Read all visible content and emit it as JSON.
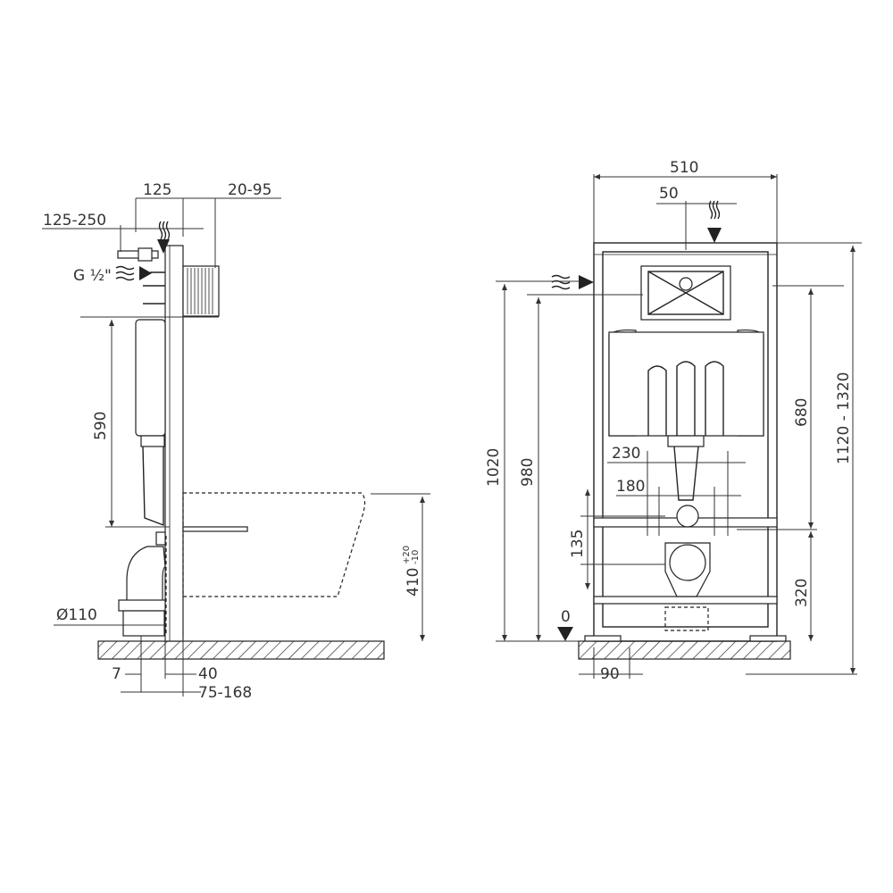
{
  "side_view": {
    "dims": {
      "d125": "125",
      "d20_95": "20-95",
      "d125_250": "125-250",
      "g_half": "G ½\"",
      "d590": "590",
      "d110": "Ø110",
      "d7": "7",
      "d40": "40",
      "d75_168": "75-168",
      "d410": "410",
      "d410_tol_plus": "+20",
      "d410_tol_minus": "-10"
    }
  },
  "front_view": {
    "dims": {
      "d510": "510",
      "d50": "50",
      "d1020": "1020",
      "d980": "980",
      "d230": "230",
      "d180": "180",
      "d135": "135",
      "d0": "0",
      "d90": "90",
      "d680": "680",
      "d320": "320",
      "d1120_1320": "1120 - 1320"
    }
  }
}
